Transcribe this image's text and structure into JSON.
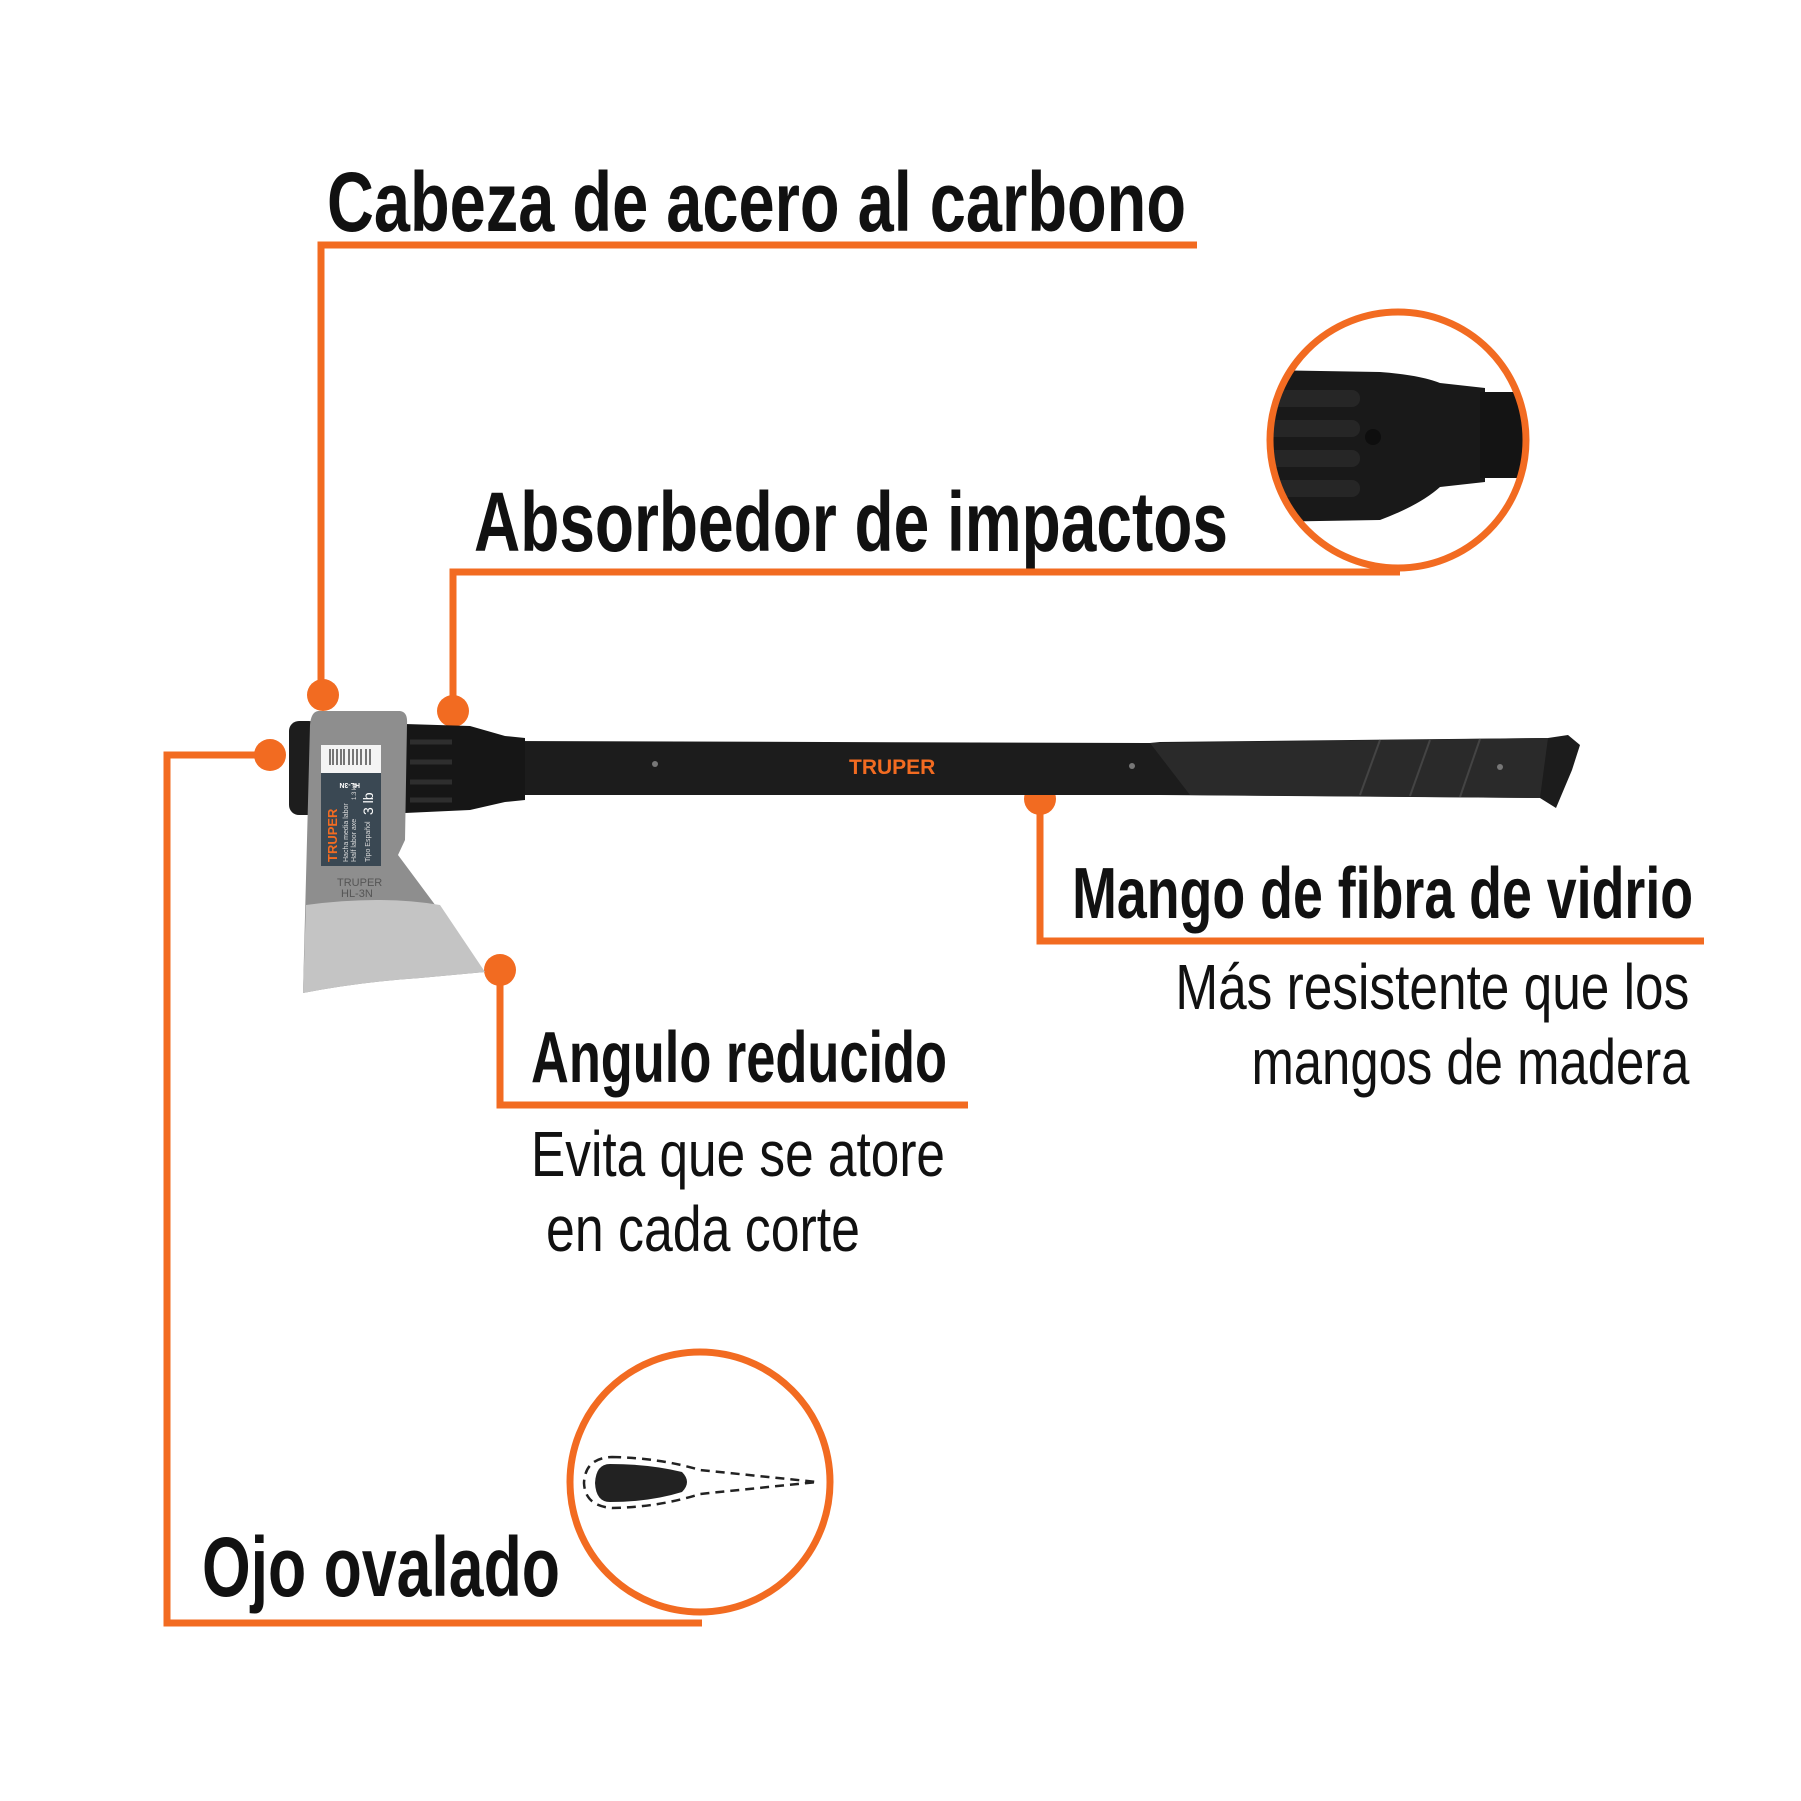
{
  "colors": {
    "accent": "#F26B21",
    "text": "#111111",
    "handle": "#1b1b1b",
    "steel": "#8f8f8f"
  },
  "callouts": {
    "head": {
      "title": "Cabeza de acero al carbono"
    },
    "absorber": {
      "title": "Absorbedor de impactos"
    },
    "handle": {
      "title": "Mango de fibra de vidrio",
      "line1": "Más resistente que los",
      "line2": "mangos de madera"
    },
    "angle": {
      "title": "Angulo reducido",
      "line1": "Evita que se atore",
      "line2": "en cada corte"
    },
    "eye": {
      "title": "Ojo ovalado"
    }
  },
  "product": {
    "handle_brand": "TRUPER",
    "label_brand": "TRUPER",
    "label_name_es": "Hacha media labor",
    "label_name_en": "Half labor axe",
    "label_weight_kg": "1.3 kg",
    "label_weight_lb": "3 lb",
    "label_type": "Tipo Español",
    "label_model": "HL-3N",
    "engraved_brand": "TRUPER",
    "engraved_model": "HL-3N"
  }
}
